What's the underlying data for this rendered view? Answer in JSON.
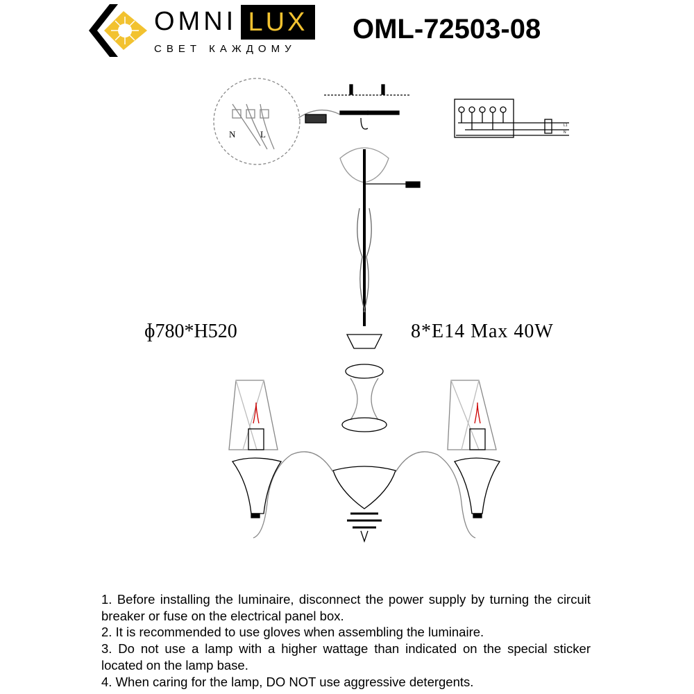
{
  "header": {
    "brand_part1": "OMNI",
    "brand_part2": "LUX",
    "tagline": "СВЕТ КАЖДОМУ",
    "model": "OML-72503-08",
    "brand_colors": {
      "yellow": "#f2c230",
      "black": "#000000"
    }
  },
  "diagram": {
    "wiring_labels": {
      "neutral": "N",
      "live": "L",
      "schematic_live": "L1",
      "schematic_neutral": "N"
    },
    "dimensions": "ɸ780*H520",
    "bulb_spec": "8*E14 Max 40W"
  },
  "notes": [
    "1. Before installing the luminaire, disconnect the power supply by turning the circuit breaker or fuse on the electrical panel box.",
    "2. It is recommended to use gloves when assembling the luminaire.",
    "3. Do not use a lamp with a higher wattage than indicated on the special sticker located on the lamp base.",
    "4. When caring for the lamp, DO NOT use aggressive detergents."
  ]
}
